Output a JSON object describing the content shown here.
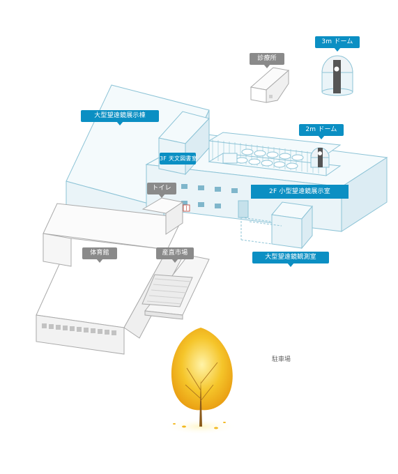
{
  "labels": {
    "dome3m": "3m ドーム",
    "clinic": "診療所",
    "large_telescope_hall": "大型望遠鏡展示棟",
    "dome2m": "2m ドーム",
    "library": "3F 天文図書室",
    "toilet": "トイレ",
    "small_telescope_hall": "2F 小型望遠鏡展示室",
    "gym": "体育館",
    "market": "産直市場",
    "observation_room": "大型望遠鏡観測室",
    "parking": "駐車場"
  },
  "colors": {
    "building_fill": "#eaf4f8",
    "building_roof": "#f4fafc",
    "building_stroke": "#8cc3d6",
    "gray_building_stroke": "#a9a9a9",
    "label_blue": "#0b8fc3",
    "label_gray": "#8a8a8a",
    "tree": "#f2b820"
  },
  "icons": [
    "restroom-icon",
    "dome-icon",
    "tree-icon"
  ]
}
